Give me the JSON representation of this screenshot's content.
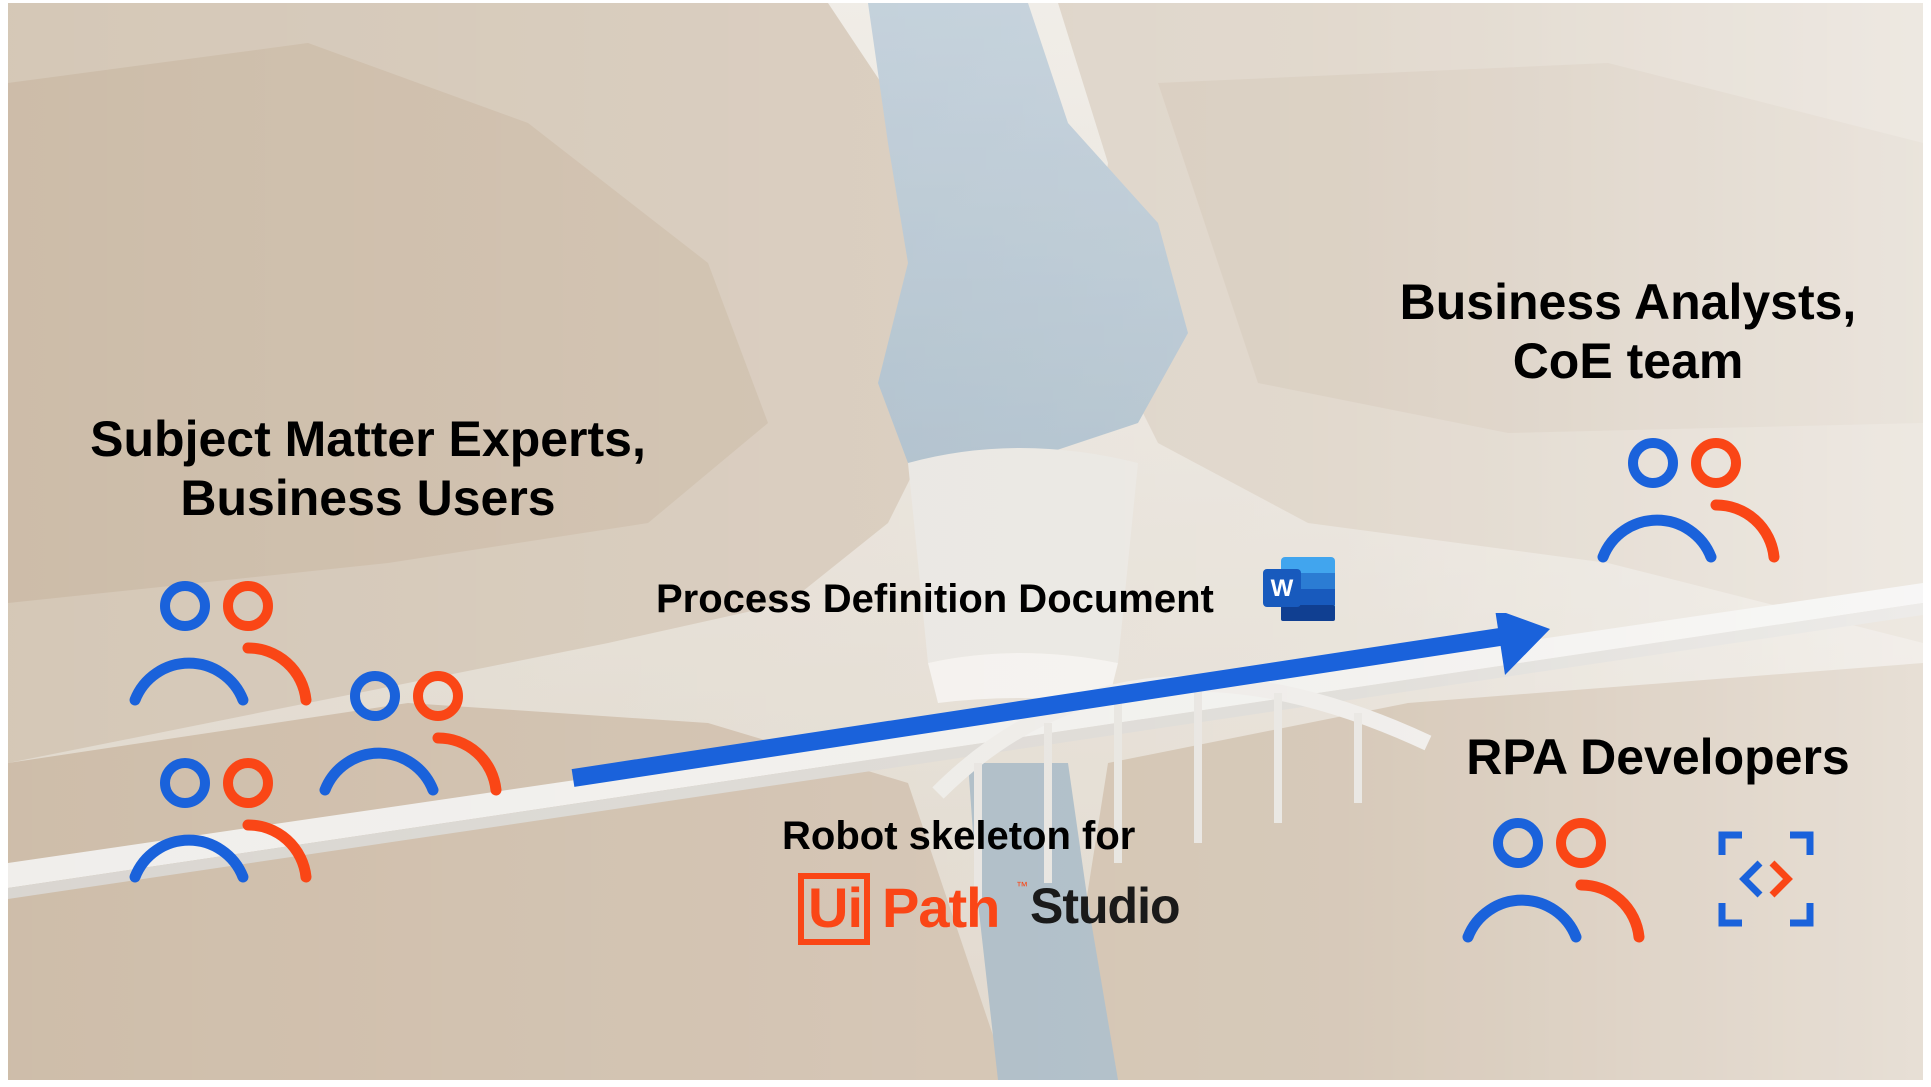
{
  "slide": {
    "left_group": {
      "title_line1": "Subject Matter Experts,",
      "title_line2": "Business Users"
    },
    "right_top_group": {
      "title_line1": "Business Analysts,",
      "title_line2": "CoE team"
    },
    "right_bottom_group": {
      "title": "RPA Developers"
    },
    "arrow_label": "Process Definition Document",
    "word_icon_letter": "W",
    "robot_caption": "Robot skeleton for",
    "logo": {
      "brand_ui": "Ui",
      "brand_path": "Path",
      "brand_tm": "™",
      "product": "Studio"
    }
  },
  "colors": {
    "person_blue": "#1a62db",
    "person_orange": "#fa4616",
    "arrow_blue": "#1a62db",
    "uipath_orange": "#fa4616"
  },
  "icons": [
    "people-group-icon",
    "word-document-icon",
    "code-brackets-icon",
    "uipath-logo"
  ]
}
